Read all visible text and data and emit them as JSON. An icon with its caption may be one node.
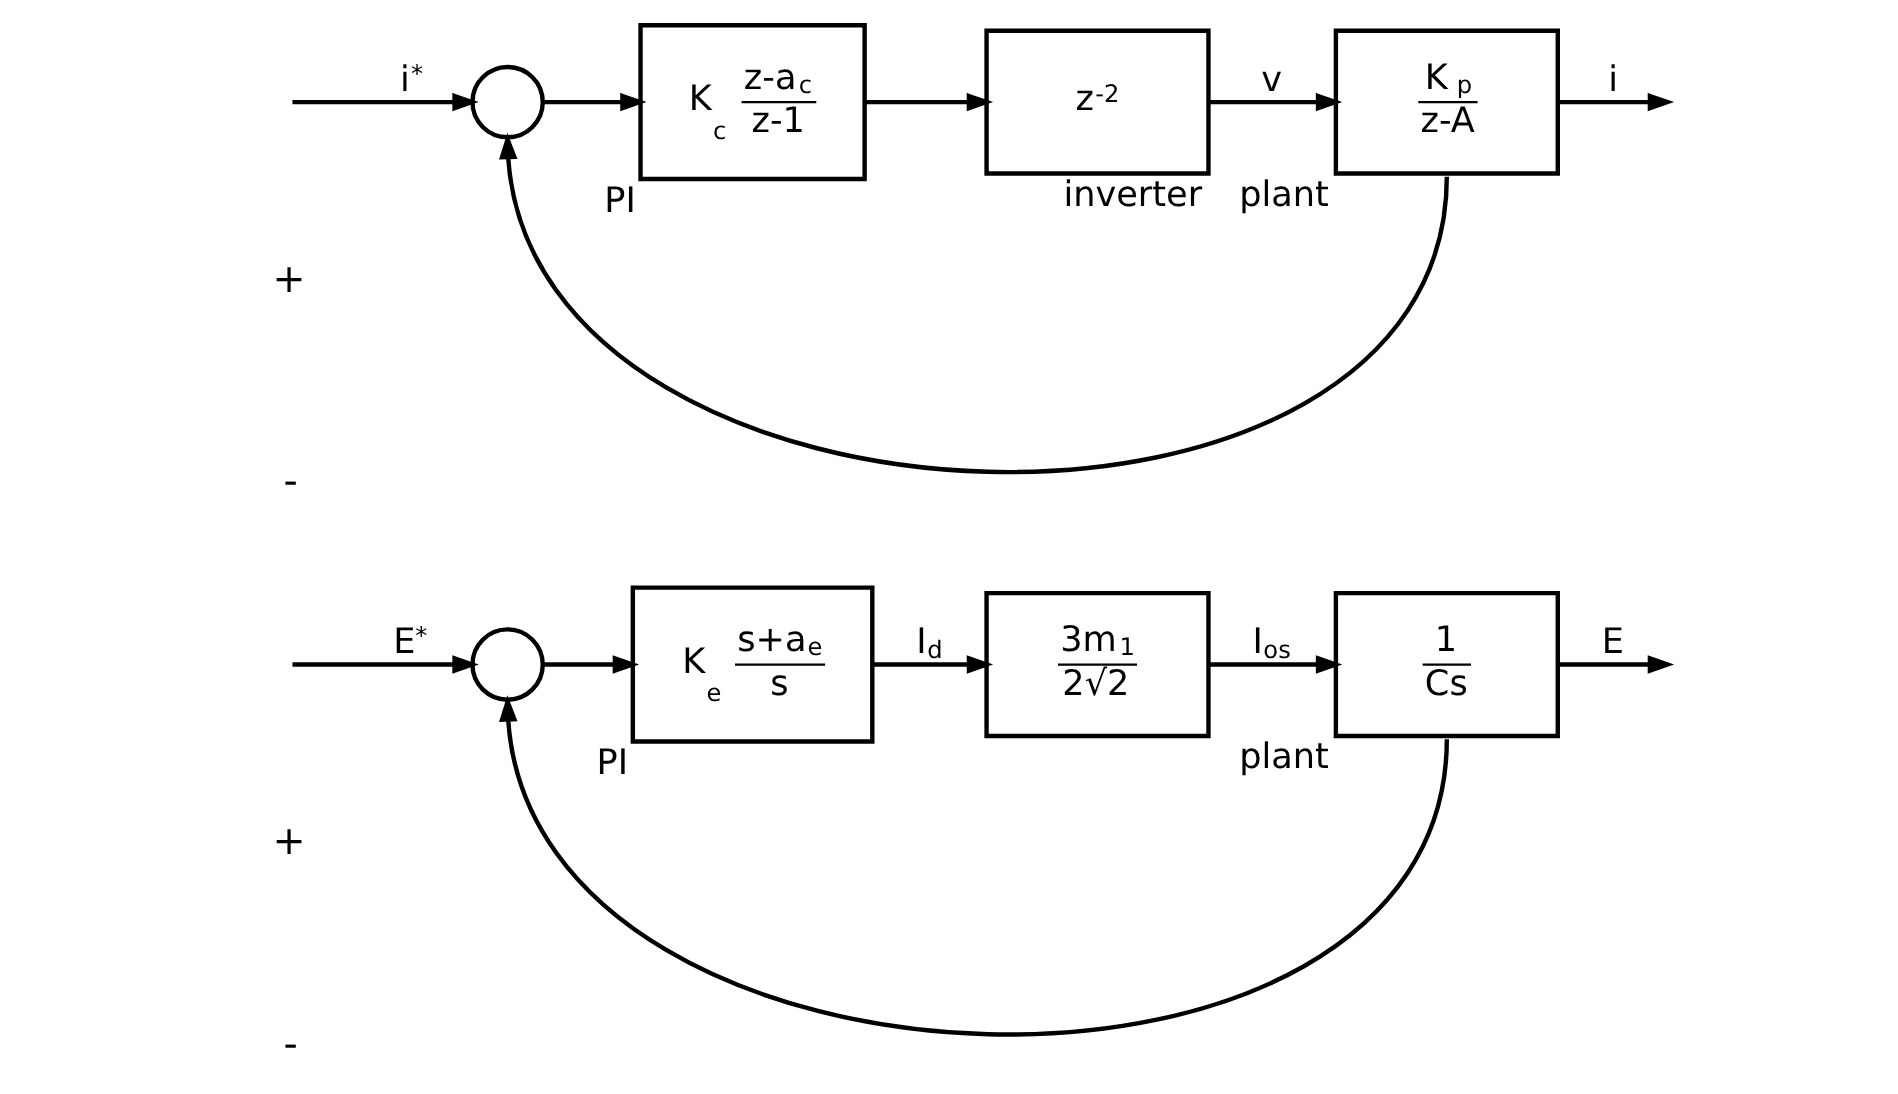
{
  "diagram": {
    "nodes": [
      {
        "text": [],
        "shape": "circle"
      },
      {
        "text": [
          "K$_{c}$",
          "z-a$_{c}$",
          "z-1"
        ],
        "beside": [
          "PI"
        ]
      },
      {
        "text": [
          "z$^{-2}$"
        ],
        "beside": [
          "inverter"
        ]
      },
      {
        "text": [
          "K$_{p}$",
          "z-A"
        ],
        "beside": [
          "plant"
        ]
      },
      {
        "text": [],
        "shape": "circle"
      },
      {
        "text": [
          "K$_{e}$",
          "s+a$_{e}$",
          "s"
        ],
        "beside": [
          "PI"
        ]
      },
      {
        "text": [
          "3m$_{1}$",
          "2√2"
        ]
      },
      {
        "text": [
          "1",
          "Cs"
        ],
        "beside": [
          "plant"
        ]
      }
    ],
    "edges": [
      {
        "from": null,
        "to": 0,
        "arrow": "to",
        "label": "i$^{*}$"
      },
      {
        "from": 0,
        "to": 1,
        "arrow": "to"
      },
      {
        "from": 1,
        "to": 2,
        "arrow": "to"
      },
      {
        "from": 2,
        "to": 3,
        "arrow": "to",
        "label": "v"
      },
      {
        "from": 3,
        "to": null,
        "arrow": "to",
        "label": "i"
      },
      {
        "from": 3,
        "to": 0,
        "arrow": "to"
      },
      {
        "from": null,
        "to": 4,
        "arrow": "to",
        "label": "E$^{*}$"
      },
      {
        "from": 4,
        "to": 5,
        "arrow": "to"
      },
      {
        "from": 5,
        "to": 6,
        "arrow": "to",
        "label": "I$_{d}$"
      },
      {
        "from": 6,
        "to": 7,
        "arrow": "to",
        "label": "I$_{os}$"
      },
      {
        "from": 7,
        "to": null,
        "arrow": "to",
        "label": "E"
      },
      {
        "from": 7,
        "to": 4,
        "arrow": "to"
      }
    ],
    "labels": [
      "+",
      "-",
      "+",
      "-"
    ]
  }
}
